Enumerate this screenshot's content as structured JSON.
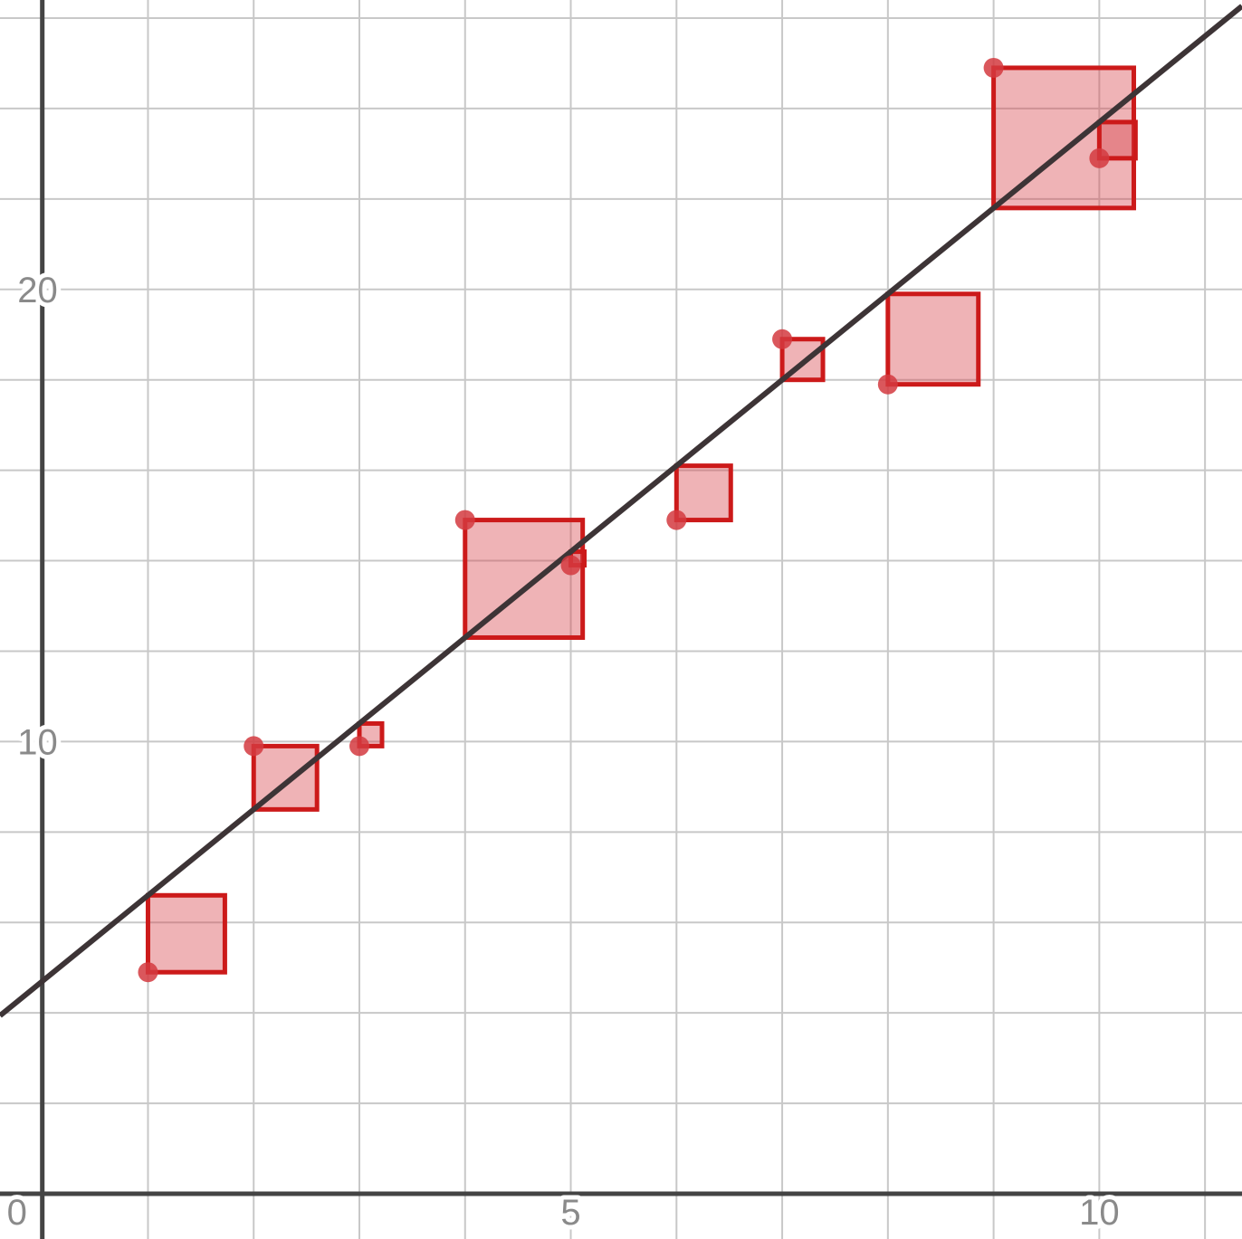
{
  "chart_data": {
    "type": "scatter",
    "title": "",
    "xlabel": "",
    "ylabel": "",
    "grid": true,
    "xlim": [
      -0.4,
      11.35
    ],
    "ylim": [
      -1,
      26.4
    ],
    "x_ticks": [
      0,
      5,
      10
    ],
    "x_tick_labels": [
      "0",
      "5",
      "10"
    ],
    "y_ticks": [
      10,
      20
    ],
    "y_tick_labels": [
      "10",
      "20"
    ],
    "x_minor_step": 1,
    "y_minor_step": 2,
    "points": [
      {
        "x": 1,
        "y": 4.9
      },
      {
        "x": 2,
        "y": 9.9
      },
      {
        "x": 3,
        "y": 9.9
      },
      {
        "x": 4,
        "y": 14.9
      },
      {
        "x": 5,
        "y": 13.9
      },
      {
        "x": 6,
        "y": 14.9
      },
      {
        "x": 7,
        "y": 18.9
      },
      {
        "x": 8,
        "y": 17.9
      },
      {
        "x": 9,
        "y": 24.9
      },
      {
        "x": 10,
        "y": 22.9
      }
    ],
    "regression_line": {
      "slope": 1.9,
      "intercept": 4.7
    },
    "residual_squares": true,
    "colors": {
      "points": "#d43a3f",
      "square_stroke": "#cc1a1a",
      "square_fill": "rgba(214,66,73,0.40)",
      "line": "#3d3436",
      "grid": "#c8c8c8",
      "axis": "#444444",
      "tick_labels": "#8a8a8a"
    }
  }
}
